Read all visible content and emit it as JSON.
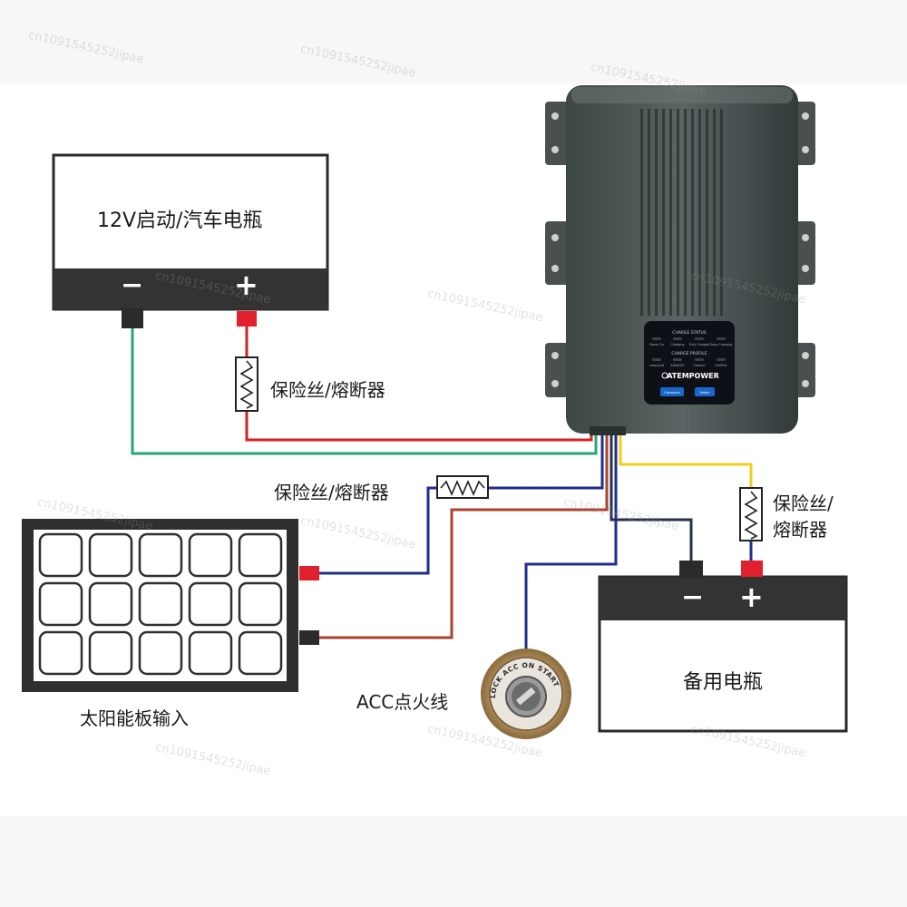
{
  "starter_battery": {
    "label": "12V启动/汽车电瓶",
    "neg": "−",
    "pos": "+"
  },
  "backup_battery": {
    "label": "备用电瓶",
    "neg": "−",
    "pos": "+"
  },
  "solar_panel": {
    "label": "太阳能板输入"
  },
  "fuses": {
    "starter": "保险丝/熔断器",
    "solar": "保险丝/熔断器",
    "backup_line1": "保险丝/",
    "backup_line2": "熔断器"
  },
  "ignition": {
    "label": "ACC点火线",
    "positions": "LOCK ACC ON START"
  },
  "charger": {
    "brand": "ATEMPOWER",
    "charge_status_title": "CHARGE STATUS",
    "status_indicators": [
      "Power On",
      "Charging",
      "Fully Charged",
      "Solar Charging"
    ],
    "charge_profile_title": "CHARGE PROFILE",
    "profile_indicators": [
      "Lead-Acid",
      "AGM/GEL",
      "Calcium",
      "LiFePO4"
    ],
    "btn_left": "Crossover",
    "btn_right": "Select"
  },
  "watermark": "cn1091545252jipae",
  "wire_colors": {
    "red": "#d42020",
    "green": "#2aa57a",
    "blue": "#1e2e8c",
    "brown": "#a8432c",
    "yellow": "#f0cf1a"
  }
}
